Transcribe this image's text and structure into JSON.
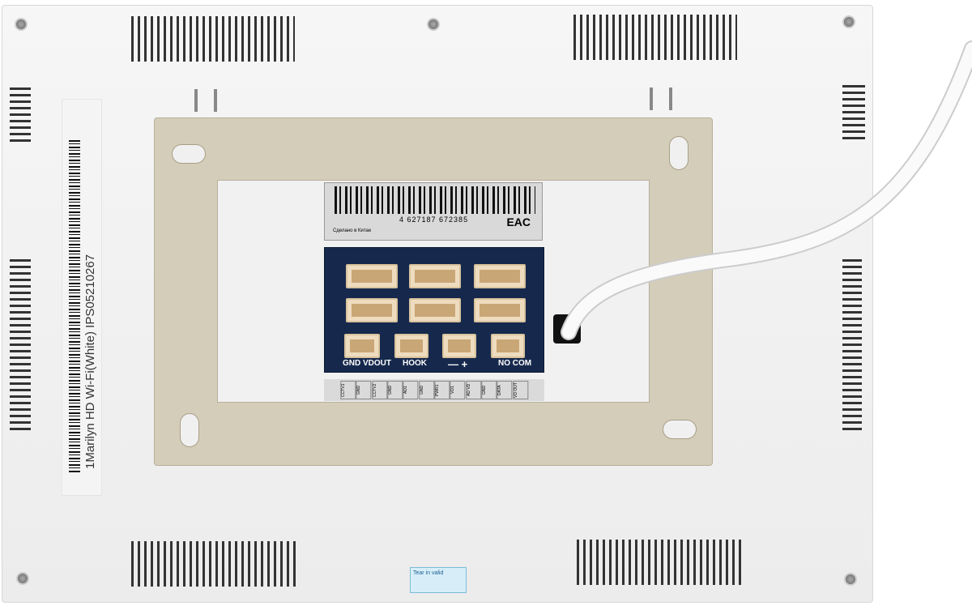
{
  "device_sticker": {
    "text": "1Marilyn HD Wi-Fi(White) IPS05210267"
  },
  "product_label": {
    "barcode_number": "4 627187 672385",
    "made_in": "Сделано в Китае",
    "cert_mark": "EAC"
  },
  "pcb_labels": [
    "GND VDOUT",
    "HOOK",
    "— +",
    "NO COM"
  ],
  "terminal_labels": [
    "CCTV1",
    "GND",
    "CCTV2",
    "GND",
    "AD1",
    "GND",
    "PWR1",
    "VD1",
    "AD VD",
    "GND",
    "DATA",
    "VD OUT"
  ],
  "seal_sticker": {
    "text": "Tear in valid"
  },
  "colors": {
    "bracket": "#d4cdb9",
    "pcb": "#16294d",
    "body": "#f2f2f2"
  }
}
